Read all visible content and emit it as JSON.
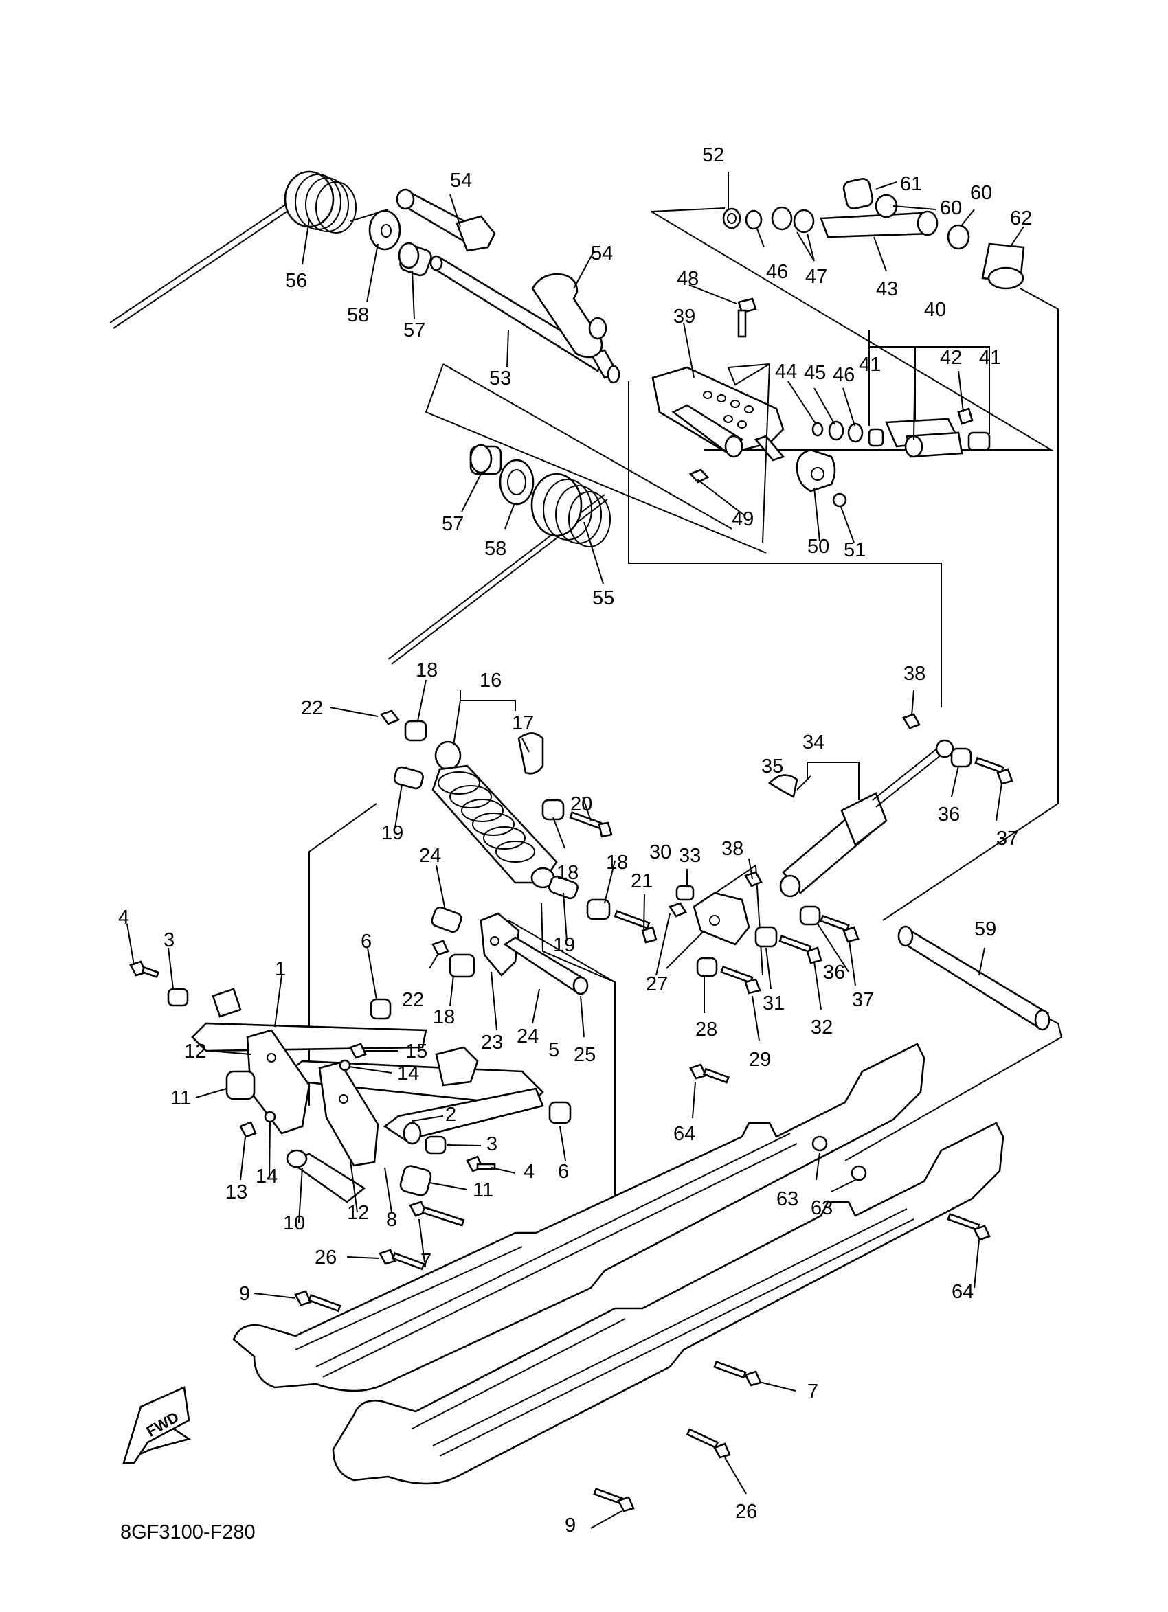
{
  "diagram": {
    "drawing_code": "8GF3100-F280",
    "fwd_label": "FWD",
    "callouts": [
      "1",
      "2",
      "3",
      "3",
      "4",
      "4",
      "5",
      "6",
      "6",
      "7",
      "7",
      "8",
      "9",
      "9",
      "10",
      "11",
      "11",
      "12",
      "12",
      "13",
      "14",
      "14",
      "15",
      "16",
      "17",
      "18",
      "18",
      "18",
      "18",
      "19",
      "19",
      "20",
      "21",
      "22",
      "22",
      "23",
      "24",
      "24",
      "25",
      "26",
      "26",
      "27",
      "28",
      "29",
      "30",
      "31",
      "32",
      "33",
      "34",
      "35",
      "36",
      "36",
      "37",
      "37",
      "38",
      "38",
      "39",
      "40",
      "41",
      "41",
      "42",
      "43",
      "44",
      "45",
      "46",
      "46",
      "47",
      "48",
      "49",
      "50",
      "51",
      "52",
      "53",
      "54",
      "54",
      "55",
      "56",
      "57",
      "57",
      "58",
      "58",
      "59",
      "60",
      "60",
      "61",
      "62",
      "63",
      "63",
      "64",
      "64"
    ]
  }
}
